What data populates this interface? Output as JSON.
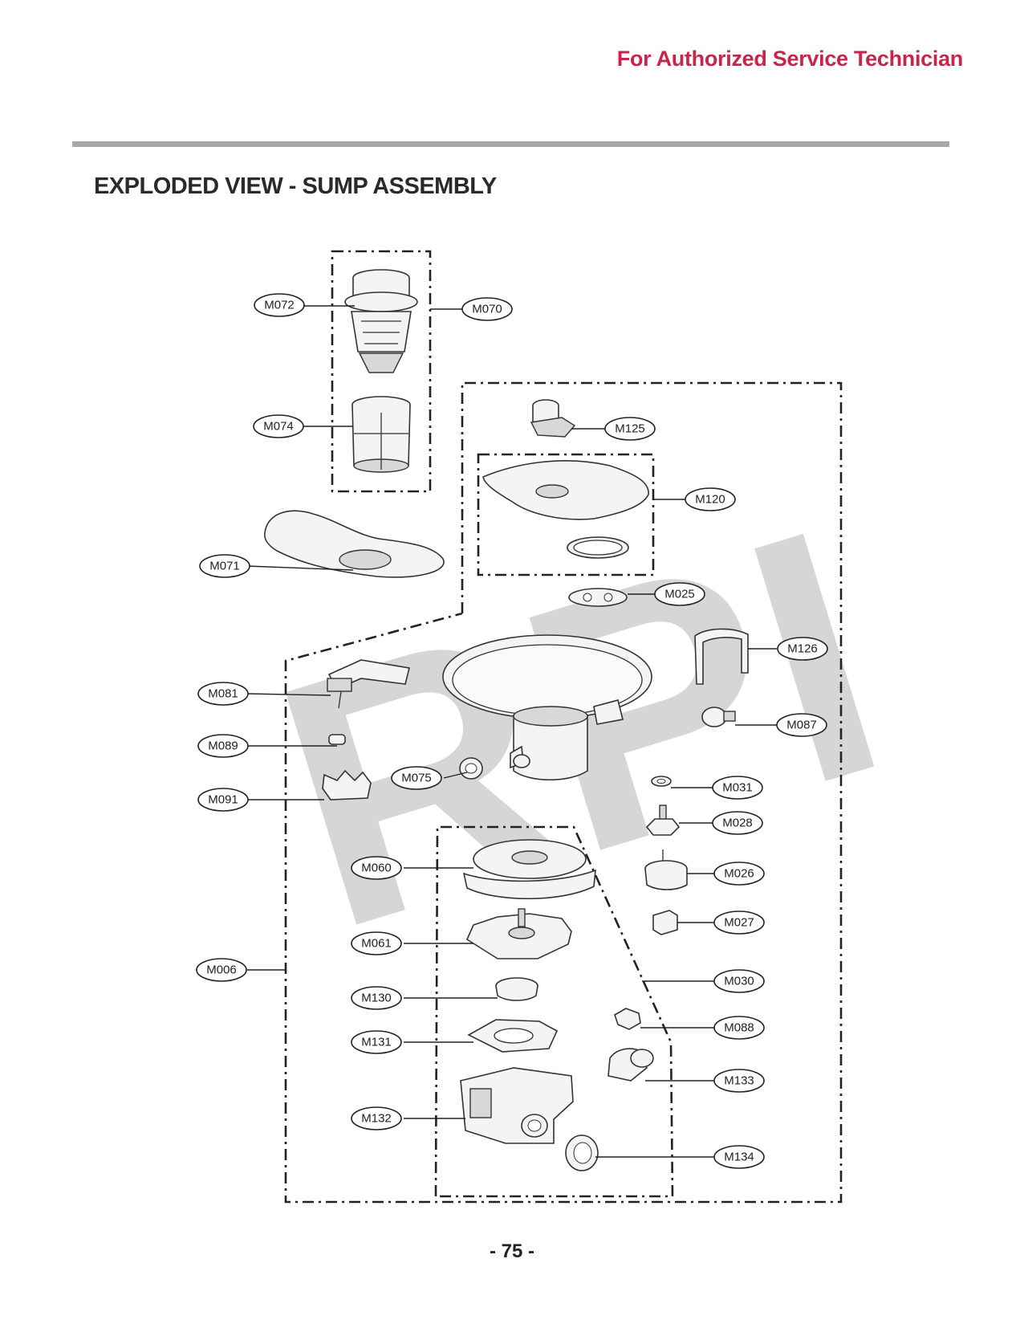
{
  "header": {
    "text": "For Authorized Service Technician",
    "color": "#c8254b"
  },
  "page_title": "EXPLODED VIEW - SUMP ASSEMBLY",
  "watermark": "RPI",
  "page_number": "- 75 -",
  "labels": {
    "M072": "M072",
    "M070": "M070",
    "M074": "M074",
    "M071": "M071",
    "M125": "M125",
    "M120": "M120",
    "M025": "M025",
    "M126": "M126",
    "M081": "M081",
    "M087": "M087",
    "M089": "M089",
    "M091": "M091",
    "M075": "M075",
    "M031": "M031",
    "M028": "M028",
    "M060": "M060",
    "M026": "M026",
    "M027": "M027",
    "M061": "M061",
    "M006": "M006",
    "M030": "M030",
    "M130": "M130",
    "M088": "M088",
    "M131": "M131",
    "M133": "M133",
    "M132": "M132",
    "M134": "M134"
  }
}
